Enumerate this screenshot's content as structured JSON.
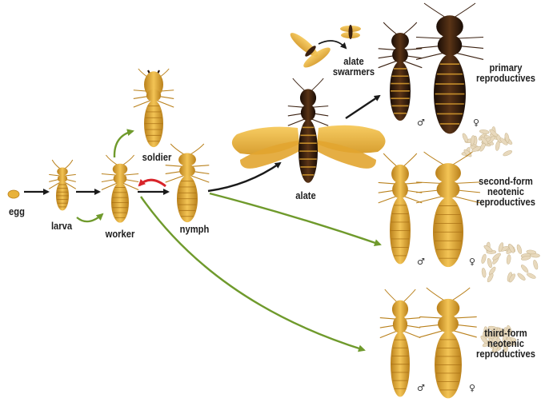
{
  "labels": {
    "egg": "egg",
    "larva": "larva",
    "worker": "worker",
    "soldier": "soldier",
    "nymph": "nymph",
    "alate": "alate",
    "alate_swarmers": [
      "alate",
      "swarmers"
    ],
    "primary_reproductives": [
      "primary",
      "reproductives"
    ],
    "second_form": [
      "second-form",
      "neotenic",
      "reproductives"
    ],
    "third_form": [
      "third-form",
      "neotenic",
      "reproductives"
    ]
  },
  "symbols": {
    "male": "♂",
    "female": "♀"
  },
  "colors": {
    "arrow_black": "#1a1a1a",
    "arrow_green": "#6f9a2c",
    "arrow_red": "#d8242a",
    "body_pale": "#e8b23a",
    "body_pale_dark": "#b9801b",
    "body_dark": "#2a160c",
    "wing": "#efb53c",
    "eggs": "#e8d9bd"
  }
}
